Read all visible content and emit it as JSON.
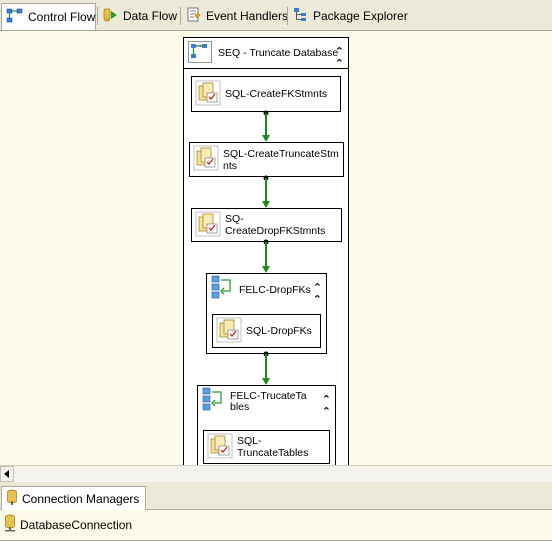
{
  "tabs": [
    {
      "label": "Control Flow",
      "icon": "control-flow-icon",
      "active": true
    },
    {
      "label": "Data Flow",
      "icon": "data-flow-icon",
      "active": false
    },
    {
      "label": "Event Handlers",
      "icon": "event-handlers-icon",
      "active": false
    },
    {
      "label": "Package Explorer",
      "icon": "package-explorer-icon",
      "active": false
    }
  ],
  "sequence": {
    "title": "SEQ - Truncate Database",
    "icon": "sequence-container-icon",
    "tasks": [
      {
        "label": "SQL-CreateFKStmnts",
        "icon": "execute-sql-task-icon"
      },
      {
        "label": "SQL-CreateTruncateStmnts",
        "icon": "execute-sql-task-icon"
      },
      {
        "label": "SQ-CreateDropFKStmnts",
        "icon": "execute-sql-task-icon"
      }
    ],
    "loops": [
      {
        "title": "FELC-DropFKs",
        "icon": "foreach-loop-icon",
        "task": "SQL-DropFKs"
      },
      {
        "title": "FELC-TrucateTables",
        "icon": "foreach-loop-icon",
        "task": "SQL-TruncateTables"
      }
    ]
  },
  "connection_managers": {
    "tab_label": "Connection Managers",
    "items": [
      "DatabaseConnection"
    ]
  },
  "colors": {
    "surface": "#fdfbe9",
    "precedence_success": "#1a8a1a",
    "chrome": "#ece9d8"
  }
}
